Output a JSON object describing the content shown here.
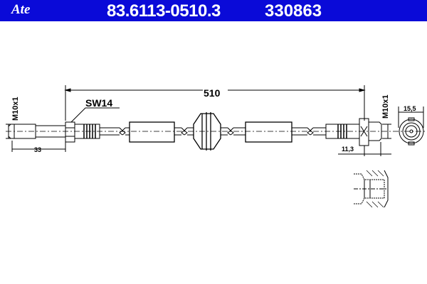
{
  "header": {
    "logo": "Ate",
    "part_number": "83.6113-0510.3",
    "code": "330863",
    "background": "#0a0ad8"
  },
  "drawing": {
    "length": "510",
    "wrench_size": "SW14",
    "thread_left": "M10x1",
    "thread_right": "M10x1",
    "dim_left": "33",
    "dim_right": "11,3",
    "dim_end_view": "15,5"
  }
}
